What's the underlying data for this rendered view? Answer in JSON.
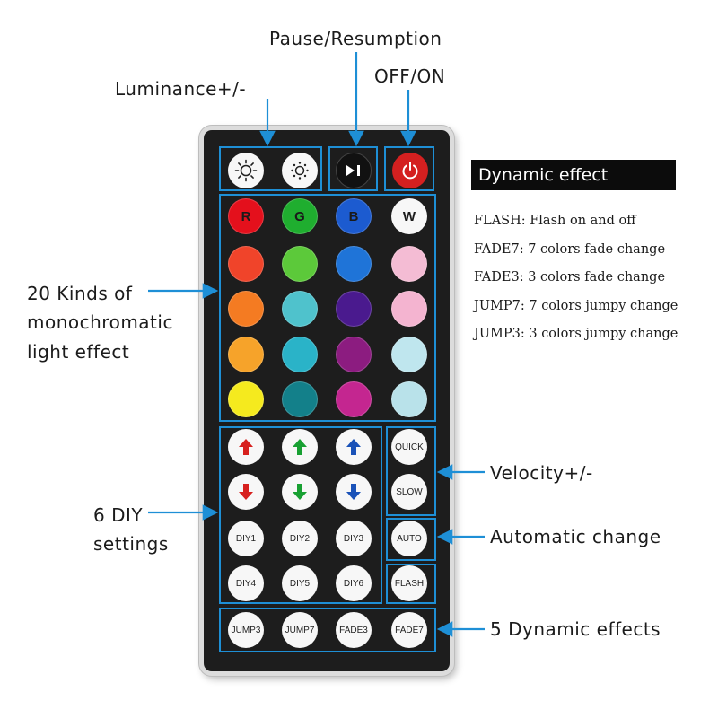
{
  "annotations": {
    "pause": "Pause/Resumption",
    "luminance": "Luminance+/-",
    "power": "OFF/ON",
    "mono_line1": "20 Kinds of",
    "mono_line2": "monochromatic",
    "mono_line3": "light effect",
    "diy_line1": "6 DIY",
    "diy_line2": "settings",
    "velocity": "Velocity+/-",
    "auto": "Automatic change",
    "dynamic": "5 Dynamic effects"
  },
  "panel": {
    "title": "Dynamic effect",
    "items": [
      "FLASH: Flash on and off",
      "FADE7: 7 colors fade change",
      "FADE3: 3 colors fade change",
      "JUMP7: 7 colors jumpy change",
      "JUMP3: 3 colors jumpy change"
    ]
  },
  "remote": {
    "top_buttons": [
      {
        "name": "brightness-up-button",
        "icon": "sun-large-icon"
      },
      {
        "name": "brightness-down-button",
        "icon": "sun-small-icon"
      },
      {
        "name": "play-pause-button",
        "icon": "play-pause-icon"
      },
      {
        "name": "power-button",
        "icon": "power-icon",
        "color": "#d42020"
      }
    ],
    "color_rows": [
      [
        {
          "label": "R",
          "color": "#e4101c"
        },
        {
          "label": "G",
          "color": "#1fae2f"
        },
        {
          "label": "B",
          "color": "#1c5bd0"
        },
        {
          "label": "W",
          "color": "#f7f7f7"
        }
      ],
      [
        {
          "label": "",
          "color": "#f0442a"
        },
        {
          "label": "",
          "color": "#5cc93a"
        },
        {
          "label": "",
          "color": "#1f74d8"
        },
        {
          "label": "",
          "color": "#f4bcd4"
        }
      ],
      [
        {
          "label": "",
          "color": "#f47b22"
        },
        {
          "label": "",
          "color": "#4fc2cc"
        },
        {
          "label": "",
          "color": "#4a1a8e"
        },
        {
          "label": "",
          "color": "#f4b4d0"
        }
      ],
      [
        {
          "label": "",
          "color": "#f6a32a"
        },
        {
          "label": "",
          "color": "#2ab3c8"
        },
        {
          "label": "",
          "color": "#8c1c80"
        },
        {
          "label": "",
          "color": "#bfe6ee"
        }
      ],
      [
        {
          "label": "",
          "color": "#f5ea1e"
        },
        {
          "label": "",
          "color": "#13808a"
        },
        {
          "label": "",
          "color": "#c42690"
        },
        {
          "label": "",
          "color": "#b9e2ea"
        }
      ]
    ],
    "arrow_buttons": [
      {
        "name": "red-up-button",
        "icon": "arrow-up-icon",
        "color": "#d7201e"
      },
      {
        "name": "green-up-button",
        "icon": "arrow-up-icon",
        "color": "#18a032"
      },
      {
        "name": "blue-up-button",
        "icon": "arrow-up-icon",
        "color": "#1a52b8"
      },
      {
        "name": "red-down-button",
        "icon": "arrow-down-icon",
        "color": "#d7201e"
      },
      {
        "name": "green-down-button",
        "icon": "arrow-down-icon",
        "color": "#18a032"
      },
      {
        "name": "blue-down-button",
        "icon": "arrow-down-icon",
        "color": "#1a52b8"
      }
    ],
    "diy": [
      "DIY1",
      "DIY2",
      "DIY3",
      "DIY4",
      "DIY5",
      "DIY6"
    ],
    "speed": [
      "QUICK",
      "SLOW"
    ],
    "auto": "AUTO",
    "flash": "FLASH",
    "bottom": [
      "JUMP3",
      "JUMP7",
      "FADE3",
      "FADE7"
    ],
    "highlight_color": "#1e8fd6"
  }
}
